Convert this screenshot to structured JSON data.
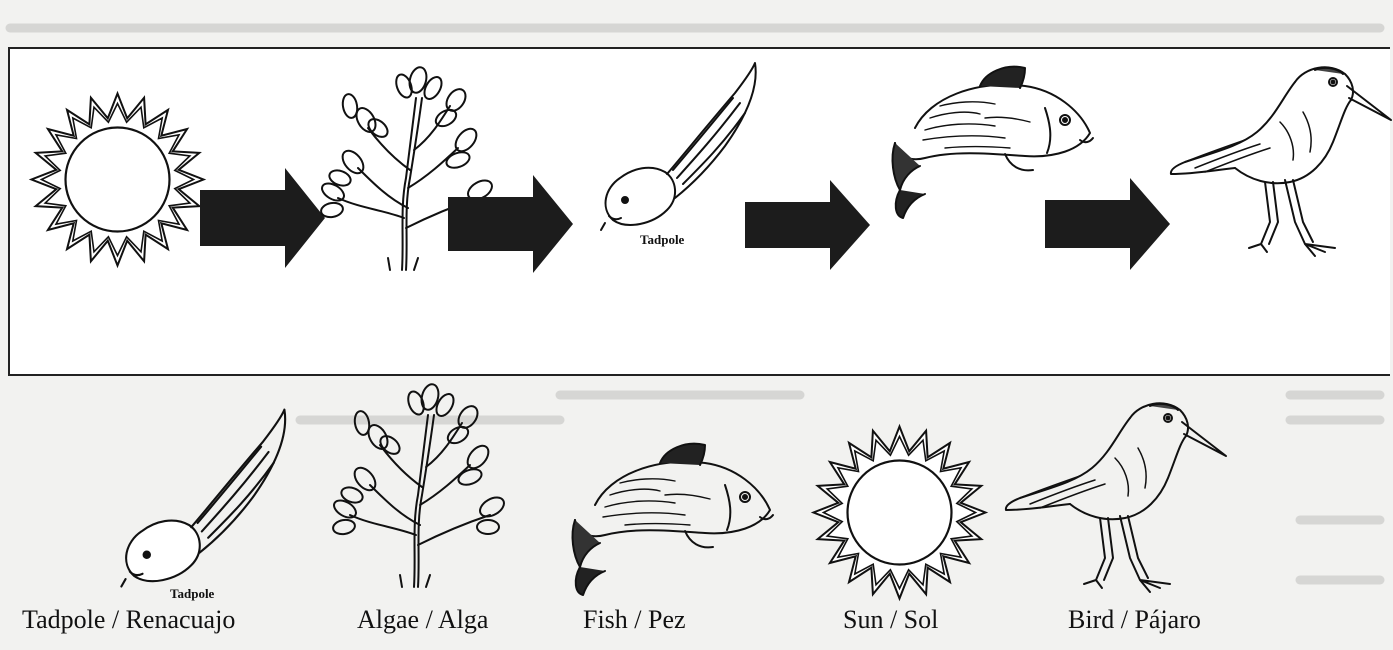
{
  "chain": {
    "tadpole_tag": "Tadpole",
    "nodes": [
      "sun-icon",
      "algae-icon",
      "tadpole-icon",
      "fish-icon",
      "bird-icon"
    ]
  },
  "key": {
    "tadpole_tag": "Tadpole",
    "items": [
      {
        "label": "Tadpole / Renacuajo",
        "icon": "tadpole-icon"
      },
      {
        "label": "Algae / Alga",
        "icon": "algae-icon"
      },
      {
        "label": "Fish / Pez",
        "icon": "fish-icon"
      },
      {
        "label": "Sun / Sol",
        "icon": "sun-icon"
      },
      {
        "label": "Bird / Pájaro",
        "icon": "bird-icon"
      }
    ]
  },
  "colors": {
    "ink": "#111111",
    "arrow": "#1c1c1c",
    "paper": "#ffffff"
  }
}
